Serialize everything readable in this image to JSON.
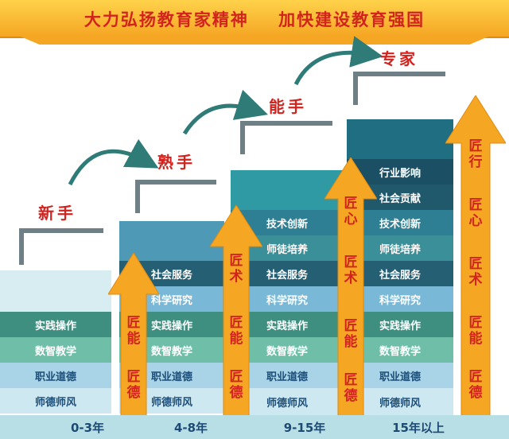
{
  "title": "大力弘扬教育家精神    加快建设教育强国",
  "stages": [
    {
      "label": "新手",
      "age": "0-3年",
      "items": [
        "实践操作",
        "数智教学",
        "职业道德",
        "师德师风"
      ],
      "arrow": [
        "匠能",
        "匠德"
      ]
    },
    {
      "label": "熟手",
      "age": "4-8年",
      "items": [
        "社会服务",
        "科学研究",
        "实践操作",
        "数智教学",
        "职业道德",
        "师德师风"
      ],
      "arrow": [
        "匠术",
        "匠能",
        "匠德"
      ]
    },
    {
      "label": "能手",
      "age": "9-15年",
      "items": [
        "技术创新",
        "师徒培养",
        "社会服务",
        "科学研究",
        "实践操作",
        "数智教学",
        "职业道德",
        "师德师风"
      ],
      "arrow": [
        "匠心",
        "匠术",
        "匠能",
        "匠德"
      ]
    },
    {
      "label": "专家",
      "age": "15年以上",
      "items": [
        "行业影响",
        "社会贡献",
        "技术创新",
        "师徒培养",
        "社会服务",
        "科学研究",
        "实践操作",
        "数智教学",
        "职业道德",
        "师德师风"
      ],
      "arrow": [
        "匠行",
        "匠心",
        "匠术",
        "匠能",
        "匠德"
      ]
    }
  ],
  "colors": {
    "accent": "#d2231e",
    "banner": "#f5a623",
    "arrow": "#f5a623"
  }
}
